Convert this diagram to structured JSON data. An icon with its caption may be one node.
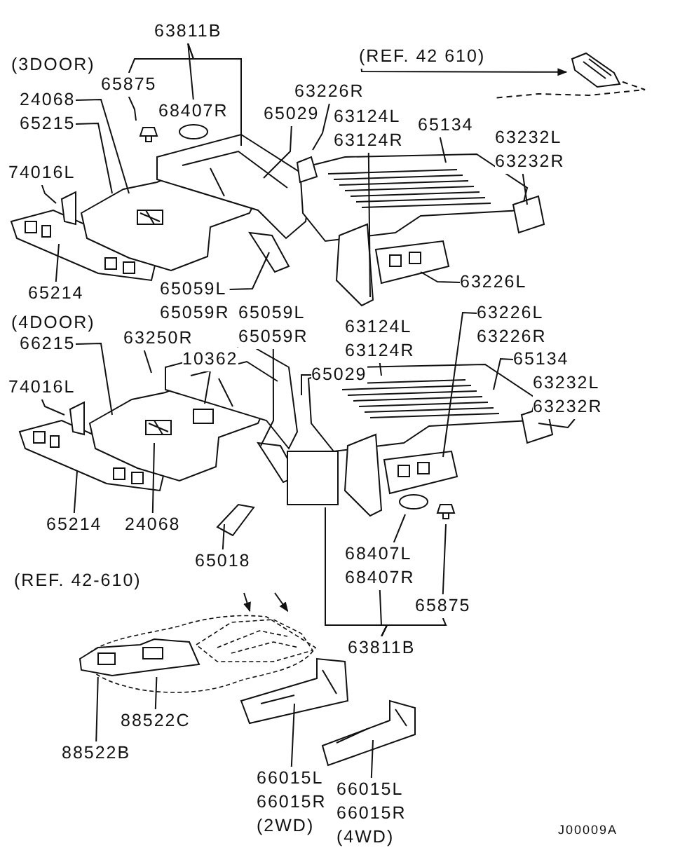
{
  "diagram": {
    "nodes": [
      {
        "text": [
          "(REF. 42 610)"
        ]
      },
      {
        "text": [
          "63811B"
        ]
      },
      {
        "text": [
          "65875"
        ]
      },
      {
        "text": [
          "68407R"
        ]
      },
      {
        "text": [
          "24068"
        ]
      },
      {
        "text": [
          "65215"
        ]
      },
      {
        "text": [
          "65029"
        ]
      },
      {
        "text": [
          "63226R"
        ]
      },
      {
        "text": [
          "63124L",
          "63124R"
        ]
      },
      {
        "text": [
          "65134"
        ]
      },
      {
        "text": [
          "63232L",
          "63232R"
        ]
      },
      {
        "text": [
          "74016L"
        ]
      },
      {
        "text": [
          "63226L"
        ]
      },
      {
        "text": [
          "65214"
        ]
      },
      {
        "text": [
          "65059L",
          "65059R"
        ]
      },
      {
        "text": [
          "65059L",
          "65059R"
        ]
      },
      {
        "text": [
          "66215"
        ]
      },
      {
        "text": [
          "63250R"
        ]
      },
      {
        "text": [
          "10362"
        ]
      },
      {
        "text": [
          "65029"
        ]
      },
      {
        "text": [
          "63124L",
          "63124R"
        ]
      },
      {
        "text": [
          "63226L",
          "63226R"
        ]
      },
      {
        "text": [
          "65134"
        ]
      },
      {
        "text": [
          "63232L",
          "63232R"
        ]
      },
      {
        "text": [
          "74016L"
        ]
      },
      {
        "text": [
          "65214"
        ]
      },
      {
        "text": [
          "24068"
        ]
      },
      {
        "text": [
          "65018"
        ]
      },
      {
        "text": [
          "68407L",
          "68407R"
        ]
      },
      {
        "text": [
          "65875"
        ]
      },
      {
        "text": [
          "63811B"
        ]
      },
      {
        "text": [
          "(REF. 42-610)"
        ]
      },
      {
        "text": [
          "88522C"
        ]
      },
      {
        "text": [
          "88522B"
        ]
      },
      {
        "text": [
          "66015L",
          "66015R",
          "(2WD)"
        ]
      },
      {
        "text": [
          "66015L",
          "66015R",
          "(4WD)"
        ]
      },
      {
        "text": [],
        "shape": "picture"
      },
      {
        "text": [],
        "shape": "picture"
      },
      {
        "text": [],
        "shape": "picture"
      }
    ],
    "edges": [
      {
        "from": 0,
        "to": 37,
        "arrow": "to"
      },
      {
        "from": 1,
        "to": 2,
        "arrow": "none"
      },
      {
        "from": 1,
        "to": 3,
        "arrow": "none"
      },
      {
        "from": 1,
        "to": null,
        "arrow": "none"
      },
      {
        "from": 2,
        "to": null,
        "arrow": "none"
      },
      {
        "from": 4,
        "to": null,
        "arrow": "none"
      },
      {
        "from": 5,
        "to": null,
        "arrow": "none"
      },
      {
        "from": 6,
        "to": null,
        "arrow": "none"
      },
      {
        "from": 7,
        "to": null,
        "arrow": "none"
      },
      {
        "from": 8,
        "to": null,
        "arrow": "none"
      },
      {
        "from": 9,
        "to": null,
        "arrow": "none"
      },
      {
        "from": 10,
        "to": null,
        "arrow": "none"
      },
      {
        "from": 11,
        "to": null,
        "arrow": "none"
      },
      {
        "from": 12,
        "to": null,
        "arrow": "none"
      },
      {
        "from": 13,
        "to": null,
        "arrow": "none"
      },
      {
        "from": 14,
        "to": null,
        "arrow": "none"
      },
      {
        "from": 15,
        "to": null,
        "arrow": "none"
      },
      {
        "from": 16,
        "to": null,
        "arrow": "none"
      },
      {
        "from": 17,
        "to": null,
        "arrow": "none"
      },
      {
        "from": 18,
        "to": null,
        "arrow": "none"
      },
      {
        "from": 19,
        "to": null,
        "arrow": "none"
      },
      {
        "from": 20,
        "to": null,
        "arrow": "none"
      },
      {
        "from": 21,
        "to": null,
        "arrow": "none"
      },
      {
        "from": 22,
        "to": null,
        "arrow": "none"
      },
      {
        "from": 23,
        "to": null,
        "arrow": "none"
      },
      {
        "from": 24,
        "to": null,
        "arrow": "none"
      },
      {
        "from": 25,
        "to": null,
        "arrow": "none"
      },
      {
        "from": 26,
        "to": null,
        "arrow": "none"
      },
      {
        "from": 27,
        "to": null,
        "arrow": "none"
      },
      {
        "from": 28,
        "to": null,
        "arrow": "none"
      },
      {
        "from": 29,
        "to": null,
        "arrow": "none"
      },
      {
        "from": 30,
        "to": 28,
        "arrow": "none"
      },
      {
        "from": 30,
        "to": 29,
        "arrow": "none"
      },
      {
        "from": 30,
        "to": null,
        "arrow": "none"
      },
      {
        "from": null,
        "to": 36,
        "arrow": "to"
      },
      {
        "from": null,
        "to": 36,
        "arrow": "to"
      },
      {
        "from": 32,
        "to": 38,
        "arrow": "none"
      },
      {
        "from": 33,
        "to": 38,
        "arrow": "none"
      },
      {
        "from": 34,
        "to": null,
        "arrow": "none"
      },
      {
        "from": 35,
        "to": null,
        "arrow": "none"
      },
      {
        "from": 37,
        "to": null,
        "arrow": "none",
        "style": "dashed"
      }
    ],
    "labels": [
      "(3DOOR)",
      "(4DOOR)",
      "J00009A"
    ]
  }
}
